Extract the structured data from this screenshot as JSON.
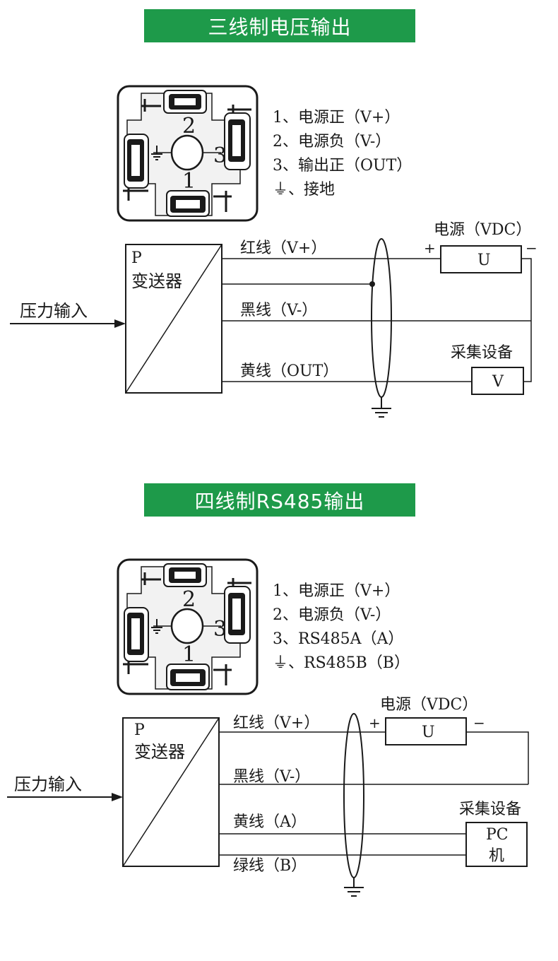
{
  "section1": {
    "banner": "三线制电压输出",
    "legend": [
      {
        "num": "1、",
        "text": "电源正（V+）"
      },
      {
        "num": "2、",
        "text": "电源负（V-）"
      },
      {
        "num": "3、",
        "text": "输出正（OUT）"
      },
      {
        "num": "⏚、",
        "text": "接地"
      }
    ],
    "connector_labels": [
      "1",
      "2",
      "3"
    ],
    "transmitter_p": "P",
    "transmitter_name": "变送器",
    "input_label": "压力输入",
    "wire_red": "红线（V+）",
    "wire_black": "黑线（V-）",
    "wire_yellow": "黄线（OUT）",
    "power_label": "电源（VDC）",
    "power_box": "U",
    "plus": "+",
    "minus": "−",
    "device_label": "采集设备",
    "device_box": "V"
  },
  "section2": {
    "banner": "四线制RS485输出",
    "legend": [
      {
        "num": "1、",
        "text": "电源正（V+）"
      },
      {
        "num": "2、",
        "text": "电源负（V-）"
      },
      {
        "num": "3、",
        "text": "RS485A（A）"
      },
      {
        "num": "⏚、",
        "text": "RS485B（B）"
      }
    ],
    "connector_labels": [
      "1",
      "2",
      "3"
    ],
    "transmitter_p": "P",
    "transmitter_name": "变送器",
    "input_label": "压力输入",
    "wire_red": "红线（V+）",
    "wire_black": "黑线（V-）",
    "wire_yellow": "黄线（A）",
    "wire_green": "绿线（B）",
    "power_label": "电源（VDC）",
    "power_box": "U",
    "plus": "+",
    "minus": "−",
    "device_label": "采集设备",
    "device_box_line1": "PC",
    "device_box_line2": "机"
  }
}
